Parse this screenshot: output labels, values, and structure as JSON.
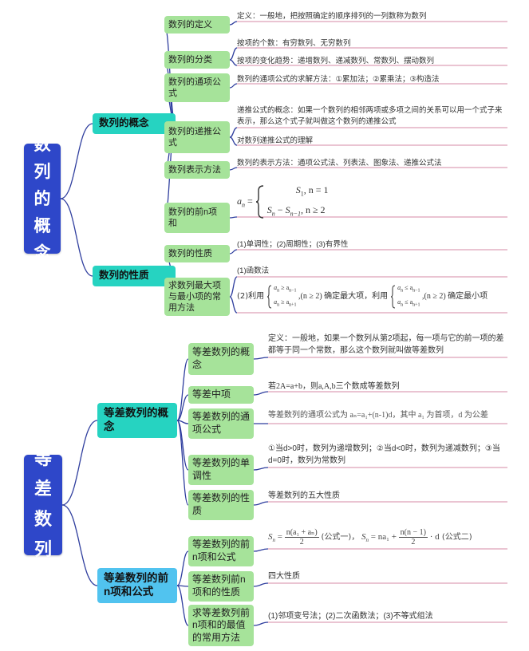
{
  "section1": {
    "root": "数列的概念",
    "groups": [
      {
        "label": "数列的概念",
        "items": [
          {
            "label": "数列的定义",
            "leaves": [
              "定义：一般地，把按照确定的顺序排列的一列数称为数列"
            ]
          },
          {
            "label": "数列的分类",
            "leaves": [
              "按项的个数：有穷数列、无穷数列",
              "按项的变化趋势：递增数列、递减数列、常数列、摆动数列"
            ]
          },
          {
            "label": "数列的通项公式",
            "leaves": [
              "数列的通项公式的求解方法：①累加法；②累乘法；③构造法"
            ]
          },
          {
            "label": "数列的递推公式",
            "leaves": [
              "递推公式的概念：如果一个数列的相邻两项或多项之间的关系可以用一个式子来表示，那么这个式子就叫做这个数列的递推公式",
              "对数列递推公式的理解"
            ]
          },
          {
            "label": "数列表示方法",
            "leaves": [
              "数列的表示方法：通项公式法、列表法、图象法、递推公式法"
            ]
          },
          {
            "label": "数列的前n项和",
            "leaves": []
          }
        ]
      },
      {
        "label": "数列的性质",
        "items": [
          {
            "label": "数列的性质",
            "leaves": [
              "(1)单调性；(2)周期性；(3)有界性"
            ]
          },
          {
            "label": "求数列最大项与最小项的常用方法",
            "leaves": [
              "(1)函数法"
            ]
          }
        ]
      }
    ],
    "formula_sn": {
      "lhs": "a",
      "lhs_sub": "n",
      "eq": "=",
      "case1": "S",
      "case1_sub": "1",
      "case1_cond": ", n = 1",
      "case2a": "S",
      "case2a_sub": "n",
      "minus": " − ",
      "case2b": "S",
      "case2b_sub": "n−1",
      "case2_cond": ", n ≥ 2"
    },
    "formula_max": {
      "prefix": "(2)利用",
      "r1": "a",
      "r1_rel": " ≥ a",
      "r1_sub1": "n",
      "r1_sub2": "n−1",
      "r2": "a",
      "r2_rel": " ≥ a",
      "r2_sub1": "n",
      "r2_sub2": "n+1",
      "cond1": ",(n ≥ 2) 确定最大项，",
      "mid": "利用",
      "r3": "a",
      "r3_rel": " ≤ a",
      "r3_sub1": "n",
      "r3_sub2": "n−1",
      "r4": "a",
      "r4_rel": " ≤ a",
      "r4_sub1": "n",
      "r4_sub2": "n+1",
      "cond2": ",(n ≥ 2) 确定最小项"
    }
  },
  "section2": {
    "root": "等差数列",
    "groups": [
      {
        "label": "等差数列的概念",
        "items": [
          {
            "label": "等差数列的概念",
            "leaves": [
              "定义：一般地，如果一个数列从第2项起，每一项与它的前一项的差都等于同一个常数，那么这个数列就叫做等差数列"
            ]
          },
          {
            "label": "等差中项",
            "leaves": [
              "若2A=a+b，则a,A,b三个数成等差数列"
            ]
          },
          {
            "label": "等差数列的通项公式",
            "leaves": [
              "等差数列的通项公式为 aₙ=a₁+(n-1)d，其中 a₁ 为首项，d 为公差"
            ]
          },
          {
            "label": "等差数列的单调性",
            "leaves": [
              "①当d>0时，数列为递增数列；②当d<0时，数列为递减数列；③当d=0时，数列为常数列"
            ]
          },
          {
            "label": "等差数列的性质",
            "leaves": [
              "等差数列的五大性质"
            ]
          }
        ]
      },
      {
        "label": "等差数列的前n项和公式",
        "items": [
          {
            "label": "等差数列的前n项和公式",
            "leaves": []
          },
          {
            "label": "等差数列前n项和的性质",
            "leaves": [
              "四大性质"
            ]
          },
          {
            "label": "求等差数列前n项和的最值的常用方法",
            "leaves": [
              "(1)邻项变号法；(2)二次函数法；(3)不等式组法"
            ]
          }
        ]
      }
    ],
    "formula_sum": {
      "s1": "S",
      "s1_sub": "n",
      "eq1": " = ",
      "num1": "n(a₁ + aₙ)",
      "den1": "2",
      "tag1": " (公式一)，",
      "s2": "S",
      "s2_sub": "n",
      "eq2": " = na₁ + ",
      "num2": "n(n − 1)",
      "den2": "2",
      "tail2": " · d",
      "tag2": " (公式二)"
    }
  },
  "colors": {
    "root": "#2e47c9",
    "level1_teal": "#26d3c1",
    "level1_blue": "#51c3ef",
    "level2": "#a6e39a",
    "wire": "#2f3e9e",
    "leaf_line": "#d58aa6"
  }
}
